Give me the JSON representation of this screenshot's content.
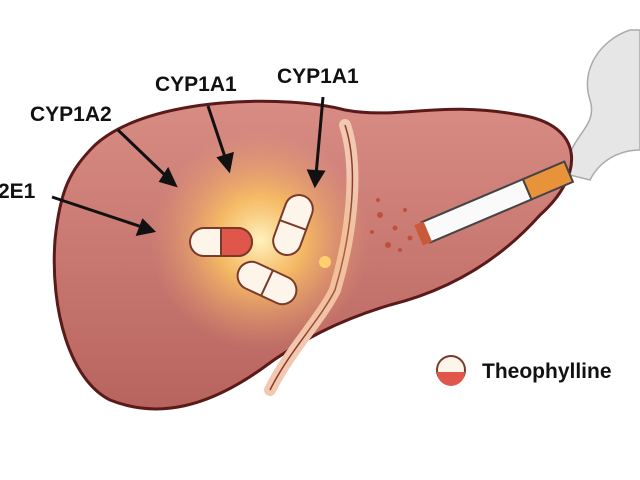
{
  "labels": {
    "enzyme_2e1": "2E1",
    "enzyme_cyp1a2": "CYP1A2",
    "enzyme_cyp1a1_left": "CYP1A1",
    "enzyme_cyp1a1_right": "CYP1A1"
  },
  "legend": {
    "icon": "capsule-icon",
    "label": "Theophylline"
  },
  "colors": {
    "liver": "#c9776f",
    "liver_outline": "#5a1a1a",
    "glow": "#ffcf6a",
    "capsule_red": "#e0564a",
    "cigarette_filter": "#e8933a"
  }
}
